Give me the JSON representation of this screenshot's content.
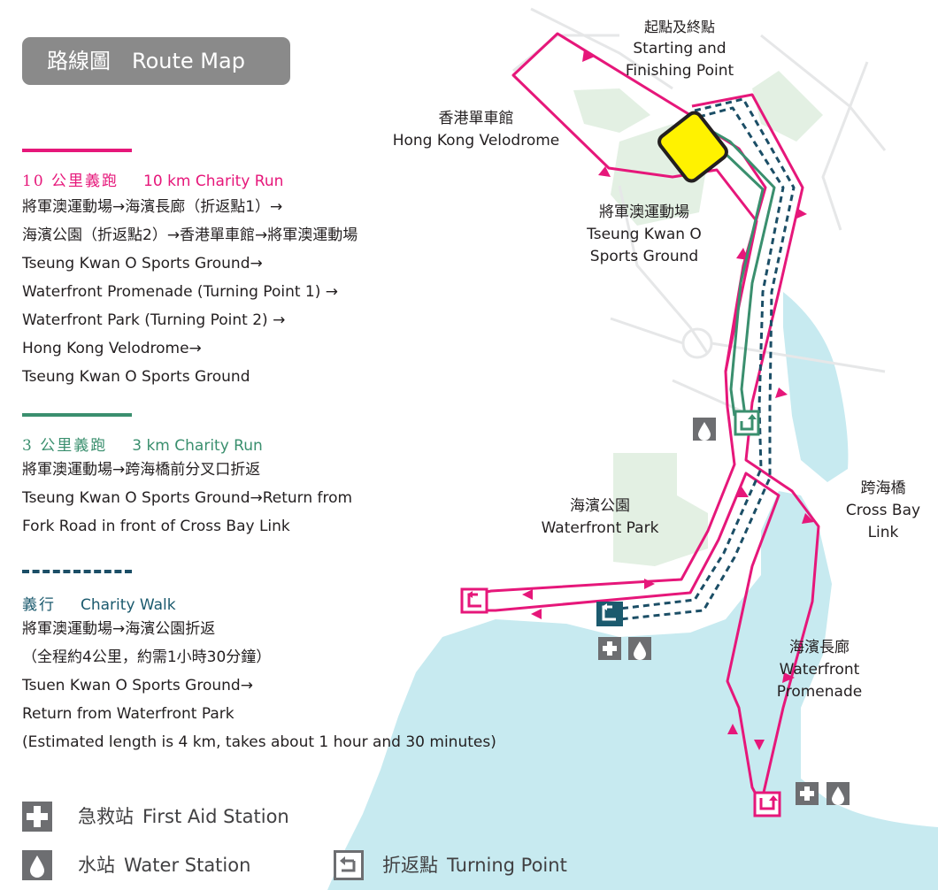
{
  "header": {
    "title_zh": "路線圖",
    "title_en": "Route Map"
  },
  "routes": {
    "run10": {
      "color": "#e6177a",
      "title_zh": "10 公里義跑",
      "title_en": "10 km Charity Run",
      "lines": [
        "將軍澳運動場→海濱長廊（折返點1）→",
        "海濱公園（折返點2）→香港單車館→將軍澳運動場",
        "Tseung Kwan O Sports Ground→",
        "Waterfront Promenade (Turning Point 1) →",
        "Waterfront Park (Turning Point 2) →",
        "Hong Kong Velodrome→",
        "Tseung Kwan O Sports Ground"
      ]
    },
    "run3": {
      "color": "#3a8f6e",
      "title_zh": "3 公里義跑",
      "title_en": "3 km Charity Run",
      "lines": [
        "將軍澳運動場→跨海橋前分叉口折返",
        "Tseung Kwan O Sports Ground→Return from",
        "Fork Road in front of Cross Bay Link"
      ]
    },
    "walk": {
      "color": "#1b4e66",
      "title_zh": "義行",
      "title_en": "Charity Walk",
      "lines": [
        "將軍澳運動場→海濱公園折返",
        "（全程約4公里，約需1小時30分鐘）",
        "Tsuen Kwan O Sports Ground→",
        "Return from Waterfront Park",
        "(Estimated length is 4 km, takes about 1 hour and 30 minutes)"
      ]
    }
  },
  "map_labels": {
    "start_finish": {
      "zh": "起點及終點",
      "en1": "Starting and",
      "en2": "Finishing Point"
    },
    "velodrome": {
      "zh": "香港單車館",
      "en": "Hong Kong Velodrome"
    },
    "sports_ground": {
      "zh": "將軍澳運動場",
      "en1": "Tseung Kwan O",
      "en2": "Sports Ground"
    },
    "waterfront_park": {
      "zh": "海濱公園",
      "en": "Waterfront Park"
    },
    "cross_bay": {
      "zh": "跨海橋",
      "en1": "Cross Bay",
      "en2": "Link"
    },
    "promenade": {
      "zh": "海濱長廊",
      "en1": "Waterfront",
      "en2": "Promenade"
    }
  },
  "legend": {
    "first_aid": {
      "zh": "急救站",
      "en": "First Aid Station",
      "icon": "first-aid-icon"
    },
    "water": {
      "zh": "水站",
      "en": "Water Station",
      "icon": "water-drop-icon"
    },
    "turning": {
      "zh": "折返點",
      "en": "Turning Point",
      "icon": "turning-point-icon"
    }
  },
  "colors": {
    "sea": "#c7eaf0",
    "green_area": "#e3f0e3",
    "start_box": "#fff200",
    "icon_grey": "#6d6e71"
  }
}
